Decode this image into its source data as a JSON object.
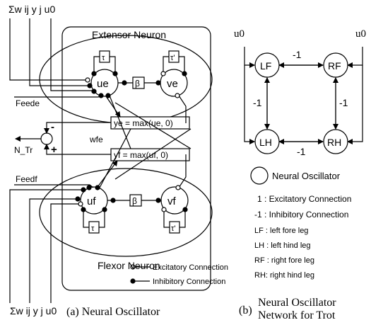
{
  "oscillator": {
    "top_input": "Σw ij y j  u0",
    "bottom_input": "Σw ij y j  u0",
    "extensor_label": "Extensor Neuron",
    "flexor_label": "Flexor Neuron",
    "u_e": "ue",
    "v_e": "ve",
    "u_f": "uf",
    "v_f": "vf",
    "beta": "β",
    "tau": "τ",
    "tau_prime": "τ'",
    "feed_e": "Feede",
    "feed_f": "Feedf",
    "y_e": "ye = max(ue, 0)",
    "y_f": "yf = max(uf, 0)",
    "w_fe": "wfe",
    "output": "N_Tr",
    "minus": "-",
    "plus": "+",
    "legend_excitatory": "Excitatory Connection",
    "legend_inhibitory": "Inhibitory Connection",
    "caption": "(a) Neural Oscillator"
  },
  "network": {
    "u0_left": "u0",
    "u0_right": "u0",
    "nodes": [
      "LF",
      "RF",
      "LH",
      "RH"
    ],
    "weights": [
      "-1",
      "-1",
      "-1",
      "-1"
    ],
    "legend_oscillator": "Neural Oscillator",
    "legend_excitatory": "1 : Excitatory Connection",
    "legend_inhibitory": "-1 :  Inhibitory Connection",
    "abbreviations": [
      "LF : left fore leg",
      "LH : left hind leg",
      "RF : right fore leg",
      "RH: right hind leg"
    ],
    "caption_prefix": "(b)",
    "caption_line1": "Neural Oscillator",
    "caption_line2": "Network for Trot"
  }
}
